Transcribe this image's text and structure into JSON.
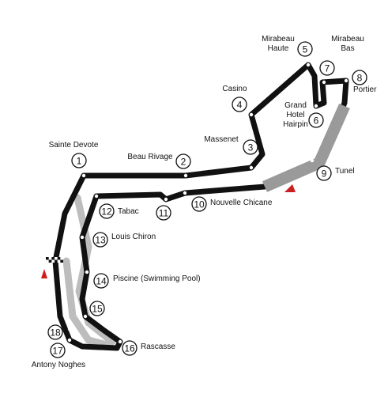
{
  "map": {
    "track_color": "#111111",
    "tunnel_color": "#9a9a9a",
    "pit_color": "#bdbdbd",
    "marker_color": "#cc1f1f",
    "corners": [
      {
        "number": "1",
        "name_lines": [
          "Sainte Devote"
        ]
      },
      {
        "number": "2",
        "name_lines": [
          "Beau Rivage"
        ]
      },
      {
        "number": "3",
        "name_lines": [
          "Massenet"
        ]
      },
      {
        "number": "4",
        "name_lines": [
          "Casino"
        ]
      },
      {
        "number": "5",
        "name_lines": [
          "Mirabeau",
          "Haute"
        ]
      },
      {
        "number": "6",
        "name_lines": [
          "Grand",
          "Hotel",
          "Hairpin"
        ]
      },
      {
        "number": "7",
        "name_lines": [
          "Mirabeau",
          "Bas"
        ]
      },
      {
        "number": "8",
        "name_lines": [
          "Portier"
        ]
      },
      {
        "number": "9",
        "name_lines": [
          "Tunel"
        ]
      },
      {
        "number": "10",
        "name_lines": [
          "Nouvelle Chicane"
        ]
      },
      {
        "number": "11",
        "name_lines": []
      },
      {
        "number": "12",
        "name_lines": [
          "Tabac"
        ]
      },
      {
        "number": "13",
        "name_lines": [
          "Louis Chiron"
        ]
      },
      {
        "number": "14",
        "name_lines": [
          "Piscine (Swimming Pool)"
        ]
      },
      {
        "number": "15",
        "name_lines": []
      },
      {
        "number": "16",
        "name_lines": [
          "Rascasse"
        ]
      },
      {
        "number": "17",
        "name_lines": [
          "Antony Noghes"
        ]
      },
      {
        "number": "18",
        "name_lines": []
      }
    ]
  }
}
